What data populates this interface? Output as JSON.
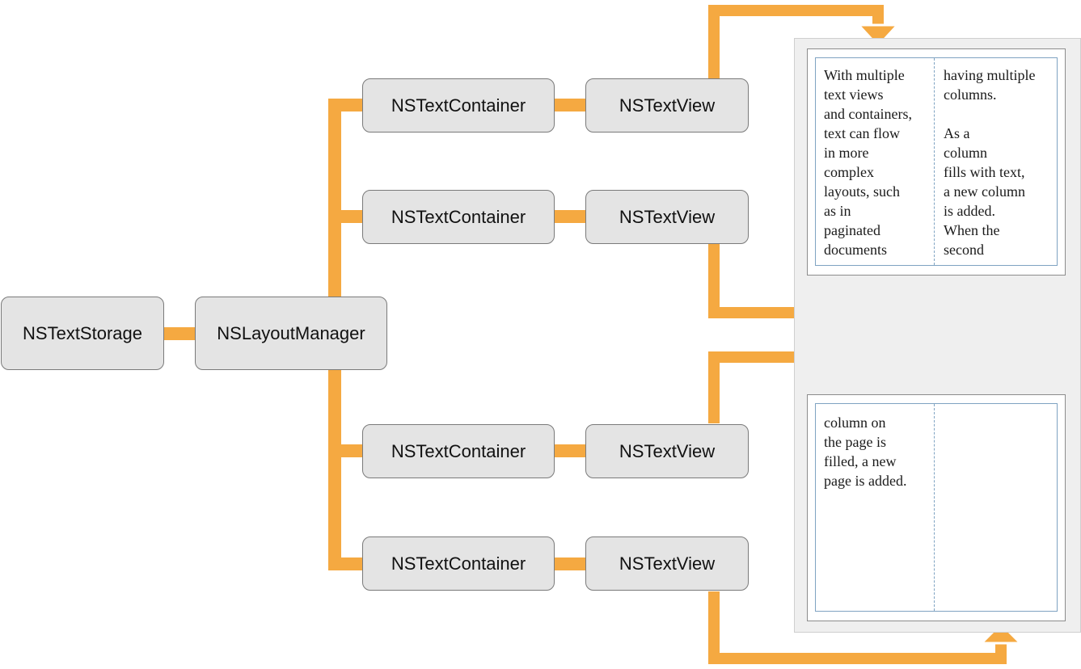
{
  "colors": {
    "connector": "#f5a941",
    "box_fill": "#e4e4e4",
    "box_border": "#7a7a7a",
    "panel_fill": "#efefef",
    "column_guide": "#7fa3c2"
  },
  "nodes": {
    "text_storage": "NSTextStorage",
    "layout_manager": "NSLayoutManager",
    "text_containers": [
      "NSTextContainer",
      "NSTextContainer",
      "NSTextContainer",
      "NSTextContainer"
    ],
    "text_views": [
      "NSTextView",
      "NSTextView",
      "NSTextView",
      "NSTextView"
    ]
  },
  "pages": [
    {
      "columns": [
        "With multiple\ntext views\nand containers,\ntext can flow\nin more\ncomplex\nlayouts, such\nas in\npaginated\ndocuments",
        "having multiple\ncolumns.\n\nAs a\ncolumn\nfills with text,\na new column\nis added.\nWhen the\nsecond"
      ]
    },
    {
      "columns": [
        "column on\nthe page is\nfilled, a new\npage is added.",
        ""
      ]
    }
  ]
}
